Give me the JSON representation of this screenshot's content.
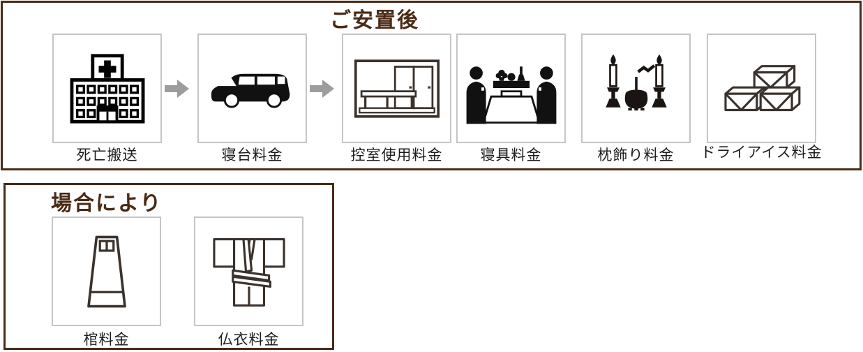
{
  "panels": {
    "after_repose": {
      "title": "ご安置後",
      "items": [
        {
          "label": "死亡搬送",
          "icon": "hospital-icon"
        },
        {
          "label": "寝台料金",
          "icon": "hearse-van-icon"
        },
        {
          "label": "控室使用料金",
          "icon": "waiting-room-icon"
        },
        {
          "label": "寝具料金",
          "icon": "bedding-attendants-icon"
        },
        {
          "label": "枕飾り料金",
          "icon": "pillow-altar-icon"
        },
        {
          "label": "ドライアイス料金",
          "icon": "dry-ice-icon"
        }
      ],
      "arrows_after_items": [
        0,
        1
      ]
    },
    "case_by_case": {
      "title": "場合により",
      "items": [
        {
          "label": "棺料金",
          "icon": "coffin-icon"
        },
        {
          "label": "仏衣料金",
          "icon": "burial-robe-icon"
        }
      ]
    }
  },
  "colors": {
    "panel_border": "#4a2b16",
    "title_text": "#4a2a14",
    "tile_border": "#c5c5c5",
    "arrow": "#9d9d9d",
    "label_text": "#1c1c1c",
    "icon_black": "#111111",
    "icon_outline": "#3a322c"
  }
}
